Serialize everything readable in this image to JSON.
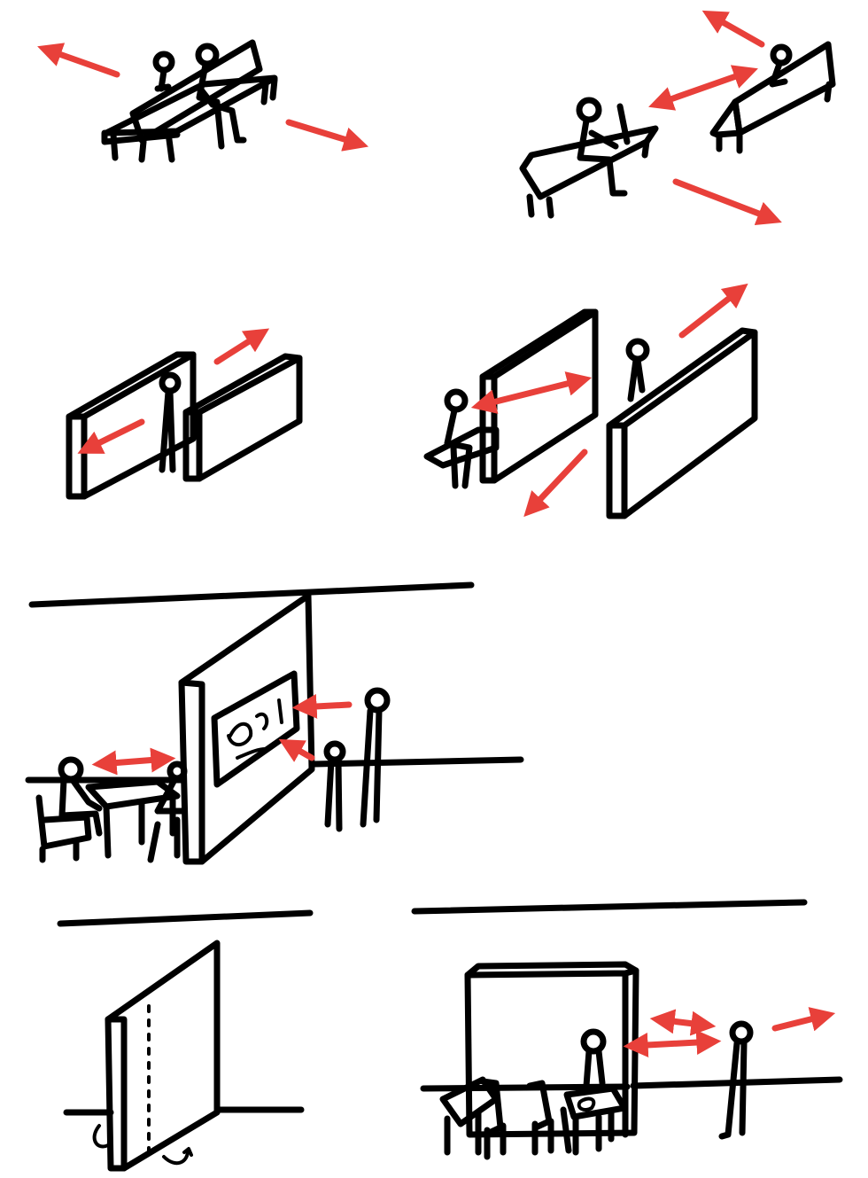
{
  "colors": {
    "ink": "#000000",
    "arrow": "#e8403a",
    "background": "#ffffff"
  },
  "panels": [
    {
      "id": "bench-pair",
      "icons": [
        "bench-icon",
        "person-icon",
        "outward-arrow-icon"
      ]
    },
    {
      "id": "benches-facing",
      "icons": [
        "bench-icon",
        "person-icon",
        "double-arrow-icon"
      ]
    },
    {
      "id": "partition-pair-small",
      "icons": [
        "partition-wall-icon",
        "person-icon",
        "outward-arrow-icon"
      ]
    },
    {
      "id": "partition-pair-seated",
      "icons": [
        "partition-wall-icon",
        "bench-icon",
        "person-icon",
        "double-arrow-icon"
      ]
    },
    {
      "id": "gallery-wall-with-artwork",
      "icons": [
        "partition-wall-icon",
        "artwork-icon",
        "table-icon",
        "chair-icon",
        "person-icon"
      ]
    },
    {
      "id": "rotating-wall-panel",
      "icons": [
        "partition-wall-icon",
        "rotation-arrow-icon"
      ]
    },
    {
      "id": "screen-with-dining-area",
      "icons": [
        "partition-wall-icon",
        "table-icon",
        "chair-icon",
        "person-icon",
        "double-arrow-icon"
      ]
    }
  ]
}
